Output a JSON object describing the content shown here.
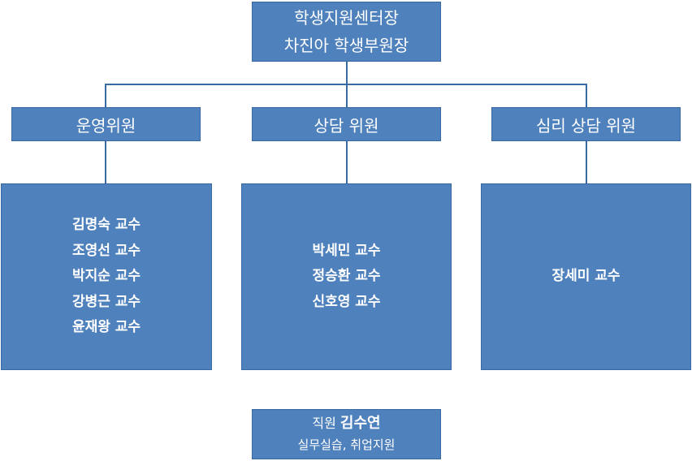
{
  "director": {
    "line1": "학생지원센터장",
    "line2": "차진아 학생부원장"
  },
  "committees": [
    {
      "title": "운영위원",
      "members": [
        "김명숙 교수",
        "조영선 교수",
        "박지순 교수",
        "강병근 교수",
        "윤재왕 교수"
      ]
    },
    {
      "title": "상담 위원",
      "members": [
        "박세민 교수",
        "정승환 교수",
        "신호영 교수"
      ]
    },
    {
      "title": "심리 상담 위원",
      "members": [
        "장세미 교수"
      ]
    }
  ],
  "staff": {
    "role": "직원",
    "name": "김수연",
    "duties": "실무실습, 취업지원"
  },
  "colors": {
    "box": "#4f81bd",
    "line": "#3a6aa3",
    "text": "#ffffff"
  }
}
